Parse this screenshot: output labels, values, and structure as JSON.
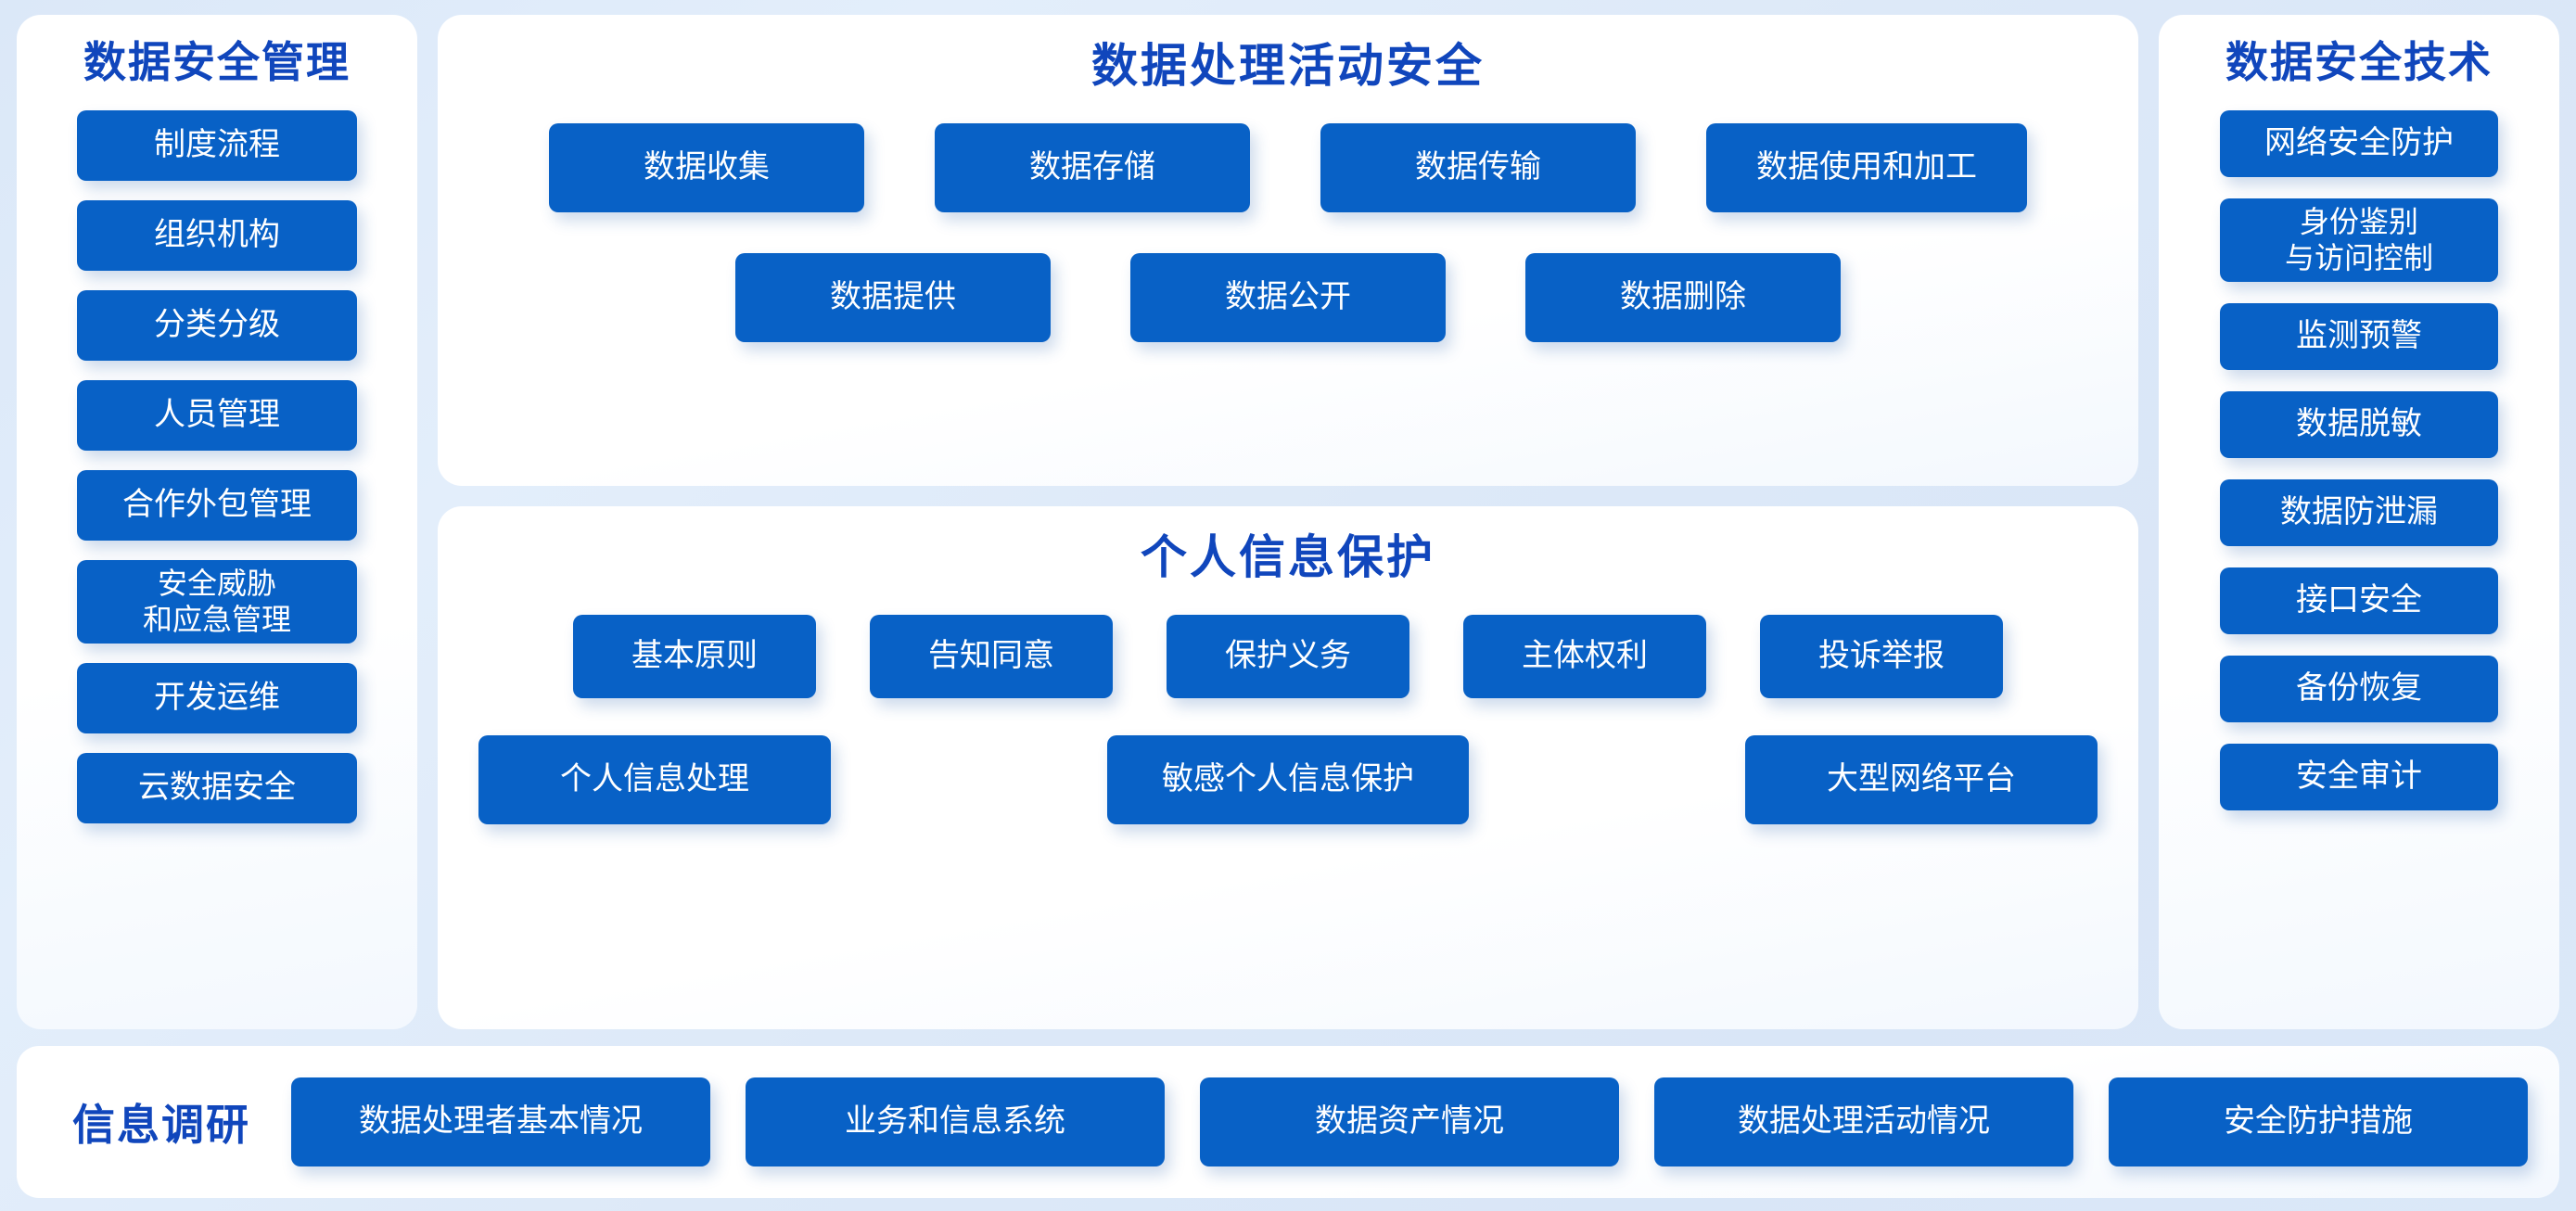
{
  "colors": {
    "chip_blue": "#0861c6",
    "title_blue": "#1046bc",
    "panel_white": "#ffffff",
    "background_blue": "#dbe8f8"
  },
  "left_panel": {
    "title": "数据安全管理",
    "items": [
      {
        "label": "制度流程"
      },
      {
        "label": "组织机构"
      },
      {
        "label": "分类分级"
      },
      {
        "label": "人员管理"
      },
      {
        "label": "合作外包管理"
      },
      {
        "label": "安全威胁\n和应急管理"
      },
      {
        "label": "开发运维"
      },
      {
        "label": "云数据安全"
      }
    ]
  },
  "center_top_panel": {
    "title": "数据处理活动安全",
    "row1": [
      {
        "label": "数据收集"
      },
      {
        "label": "数据存储"
      },
      {
        "label": "数据传输"
      },
      {
        "label": "数据使用和加工"
      }
    ],
    "row2": [
      {
        "label": "数据提供"
      },
      {
        "label": "数据公开"
      },
      {
        "label": "数据删除"
      }
    ]
  },
  "center_bottom_panel": {
    "title": "个人信息保护",
    "row1": [
      {
        "label": "基本原则"
      },
      {
        "label": "告知同意"
      },
      {
        "label": "保护义务"
      },
      {
        "label": "主体权利"
      },
      {
        "label": "投诉举报"
      }
    ],
    "row2": [
      {
        "label": "个人信息处理"
      },
      {
        "label": "敏感个人信息保护"
      },
      {
        "label": "大型网络平台"
      }
    ]
  },
  "right_panel": {
    "title": "数据安全技术",
    "items": [
      {
        "label": "网络安全防护"
      },
      {
        "label": "身份鉴别\n与访问控制"
      },
      {
        "label": "监测预警"
      },
      {
        "label": "数据脱敏"
      },
      {
        "label": "数据防泄漏"
      },
      {
        "label": "接口安全"
      },
      {
        "label": "备份恢复"
      },
      {
        "label": "安全审计"
      }
    ]
  },
  "bottom_panel": {
    "title": "信息调研",
    "items": [
      {
        "label": "数据处理者基本情况"
      },
      {
        "label": "业务和信息系统"
      },
      {
        "label": "数据资产情况"
      },
      {
        "label": "数据处理活动情况"
      },
      {
        "label": "安全防护措施"
      }
    ]
  }
}
